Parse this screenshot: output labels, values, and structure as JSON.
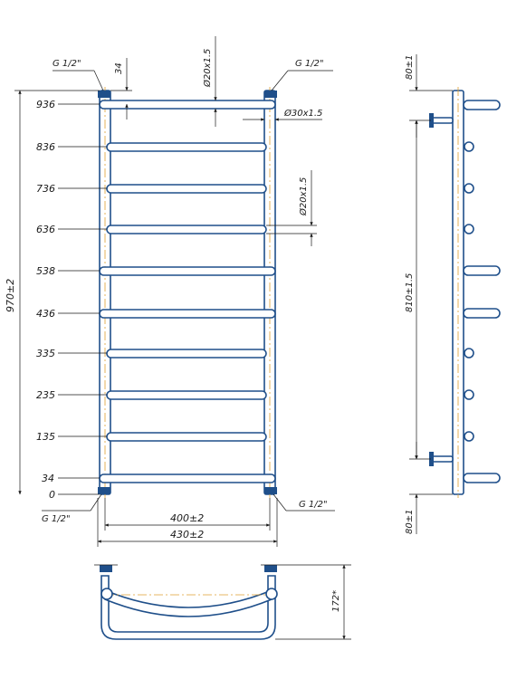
{
  "front_view": {
    "thread_top_left": "G 1/2\"",
    "thread_top_right": "G 1/2\"",
    "thread_bottom_left": "G 1/2\"",
    "thread_bottom_right": "G 1/2\"",
    "top_offset": "34",
    "rung_diameter_top": "Ø20x1.5",
    "rung_diameter_mid": "Ø20x1.5",
    "riser_diameter": "Ø30x1.5",
    "overall_height": "970±2",
    "inner_width": "400±2",
    "outer_width": "430±2",
    "rung_levels": [
      "936",
      "836",
      "736",
      "636",
      "538",
      "436",
      "335",
      "235",
      "135",
      "34",
      "0"
    ]
  },
  "side_view": {
    "top_offset": "80±1",
    "middle_span": "810±1.5",
    "bottom_offset": "80±1"
  },
  "bottom_view": {
    "depth": "172*"
  }
}
